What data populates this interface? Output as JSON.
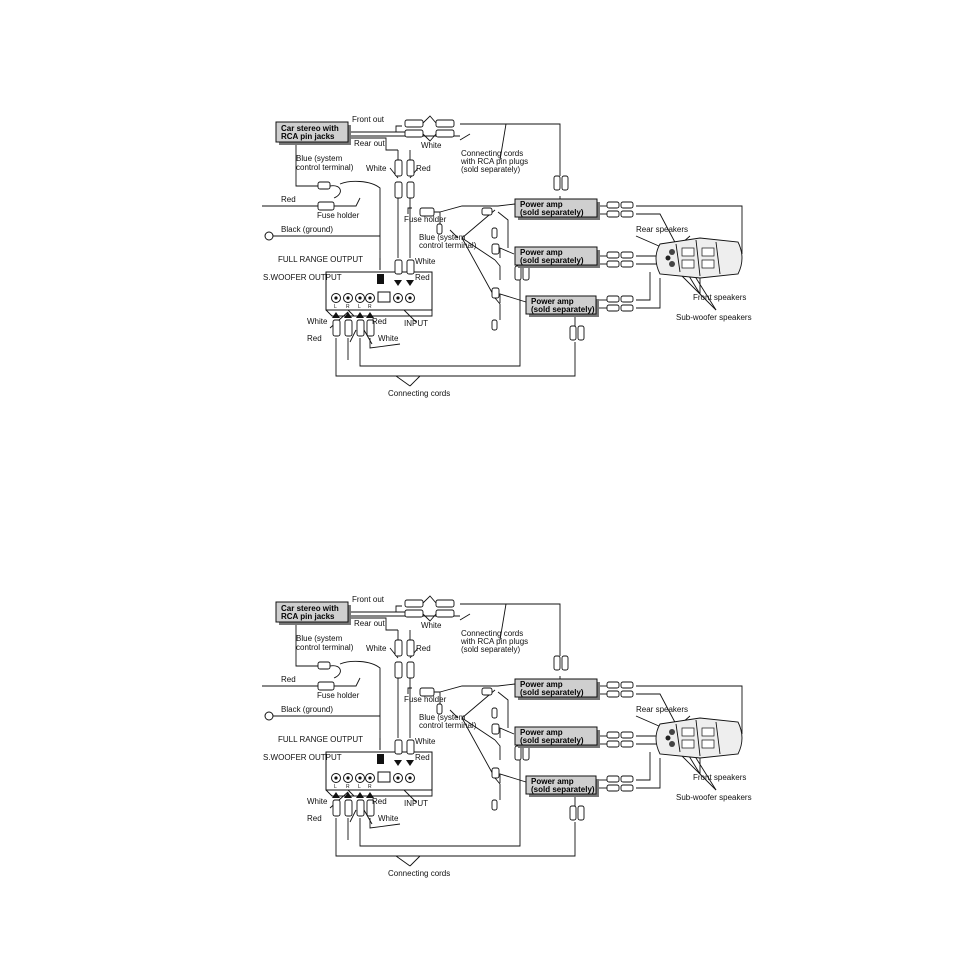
{
  "diagrams": [
    {
      "name": "top",
      "car_stereo_line1": "Car stereo with",
      "car_stereo_line2": "RCA pin jacks",
      "front_out": "Front out",
      "rear_out": "Rear out",
      "white_1": "White",
      "white_2": "White",
      "white_3": "White",
      "white_4": "White",
      "white_5": "White",
      "red_1": "Red",
      "red_2": "Red",
      "red_3": "Red",
      "red_4": "Red",
      "red_5": "Red",
      "blue_system_1a": "Blue (system",
      "blue_system_1b": "control terminal)",
      "blue_system_2a": "Blue (system",
      "blue_system_2b": "control terminal)",
      "fuse_holder_1": "Fuse holder",
      "fuse_holder_2": "Fuse holder",
      "black_ground": "Black (ground)",
      "connecting_cords_rca_1": "Connecting cords",
      "connecting_cords_rca_2": "with RCA pin plugs",
      "connecting_cords_rca_3": "(sold separately)",
      "power_amp_1a": "Power amp",
      "power_amp_1b": "(sold separately)",
      "power_amp_2a": "Power amp",
      "power_amp_2b": "(sold separately)",
      "power_amp_3a": "Power amp",
      "power_amp_3b": "(sold separately)",
      "rear_speakers": "Rear speakers",
      "front_speakers": "Front speakers",
      "subwoofer_speakers": "Sub-woofer speakers",
      "full_range_output": "FULL RANGE OUTPUT",
      "swoofer_output": "S.WOOFER OUTPUT",
      "input": "INPUT",
      "connecting_cords": "Connecting cords",
      "jack_l1": "L",
      "jack_r1": "R",
      "jack_l2": "L",
      "jack_r2": "R"
    },
    {
      "name": "bottom",
      "car_stereo_line1": "Car stereo with",
      "car_stereo_line2": "RCA pin jacks",
      "front_out": "Front out",
      "rear_out": "Rear out",
      "white_1": "White",
      "white_2": "White",
      "white_3": "White",
      "white_4": "White",
      "white_5": "White",
      "red_1": "Red",
      "red_2": "Red",
      "red_3": "Red",
      "red_4": "Red",
      "red_5": "Red",
      "blue_system_1a": "Blue (system",
      "blue_system_1b": "control terminal)",
      "blue_system_2a": "Blue (system",
      "blue_system_2b": "control terminal)",
      "fuse_holder_1": "Fuse holder",
      "fuse_holder_2": "Fuse holder",
      "black_ground": "Black (ground)",
      "connecting_cords_rca_1": "Connecting cords",
      "connecting_cords_rca_2": "with RCA pin plugs",
      "connecting_cords_rca_3": "(sold separately)",
      "power_amp_1a": "Power amp",
      "power_amp_1b": "(sold separately)",
      "power_amp_2a": "Power amp",
      "power_amp_2b": "(sold separately)",
      "power_amp_3a": "Power amp",
      "power_amp_3b": "(sold separately)",
      "rear_speakers": "Rear speakers",
      "front_speakers": "Front speakers",
      "subwoofer_speakers": "Sub-woofer speakers",
      "full_range_output": "FULL RANGE OUTPUT",
      "swoofer_output": "S.WOOFER OUTPUT",
      "input": "INPUT",
      "connecting_cords": "Connecting cords",
      "jack_l1": "L",
      "jack_r1": "R",
      "jack_l2": "L",
      "jack_r2": "R"
    }
  ]
}
